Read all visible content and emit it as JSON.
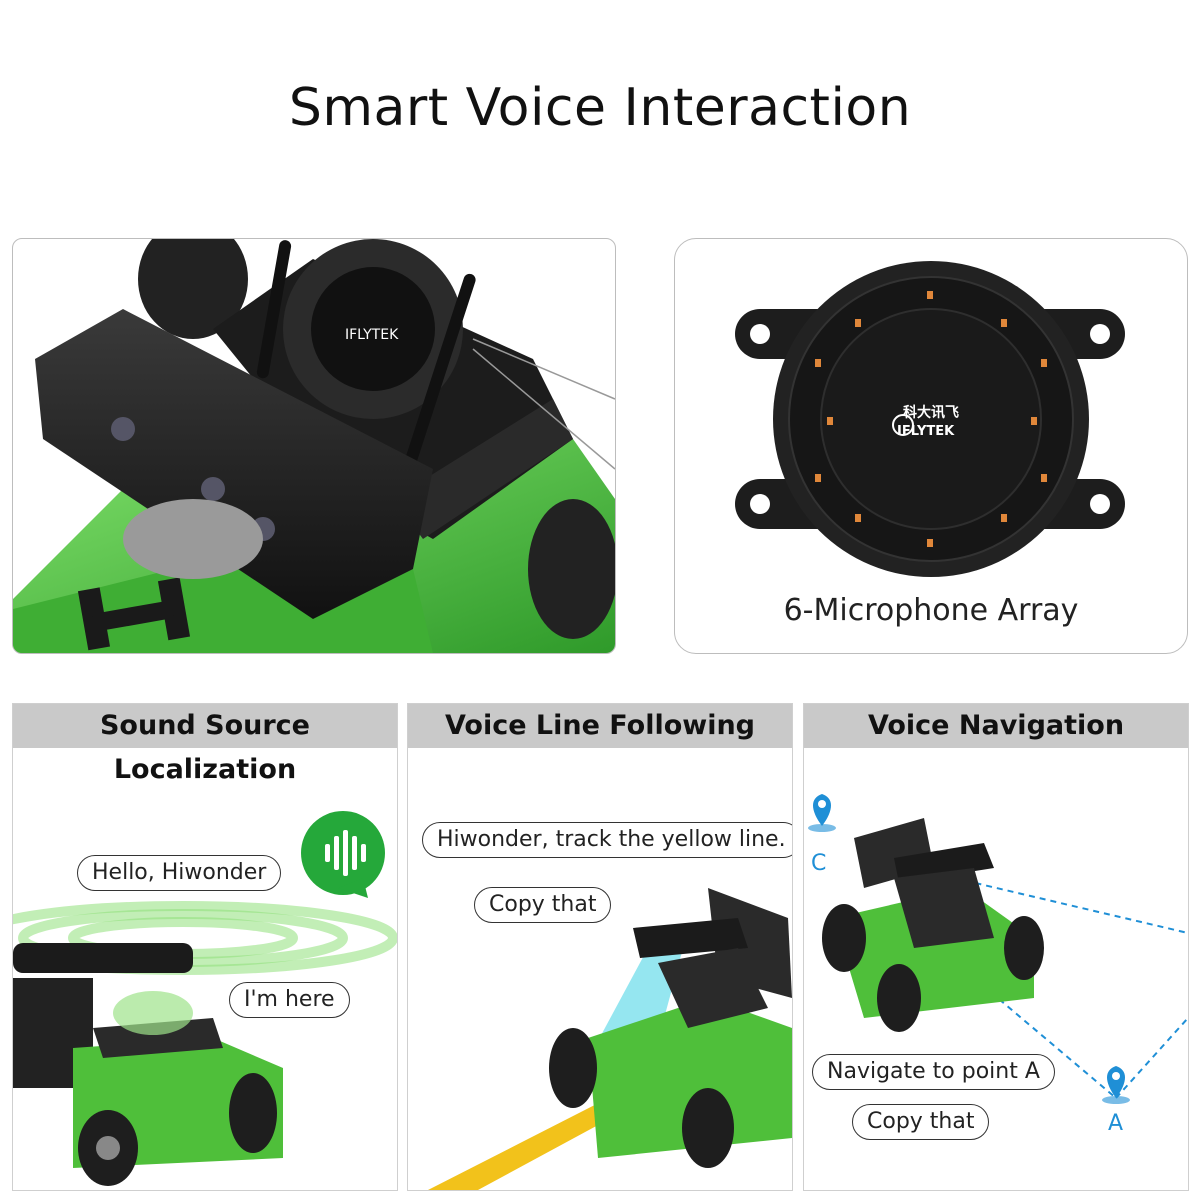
{
  "page": {
    "title": "Smart Voice Interaction"
  },
  "hero": {
    "logo_text_cn": "科大讯飞",
    "logo_text_en": "IFLYTEK",
    "mic_caption": "6-Microphone Array"
  },
  "panels": [
    {
      "heading": "Sound Source Localization",
      "bubbles": [
        "Hello, Hiwonder",
        "I'm here"
      ]
    },
    {
      "heading": "Voice Line Following",
      "bubbles": [
        "Hiwonder, track the yellow line.",
        "Copy that"
      ]
    },
    {
      "heading": "Voice Navigation",
      "bubbles": [
        "Navigate to point A",
        "Copy that"
      ],
      "points": [
        "C",
        "A"
      ]
    }
  ],
  "colors": {
    "robot_green": "#4fbf3a",
    "voice_icon_green": "#25a83a",
    "line_yellow": "#f2c21b",
    "beam_cyan": "#4fd6e6",
    "pin_blue": "#1f8fd6",
    "panel_head": "#c9c9c9"
  },
  "icons": [
    "voice-wave-icon",
    "location-pin-icon"
  ]
}
